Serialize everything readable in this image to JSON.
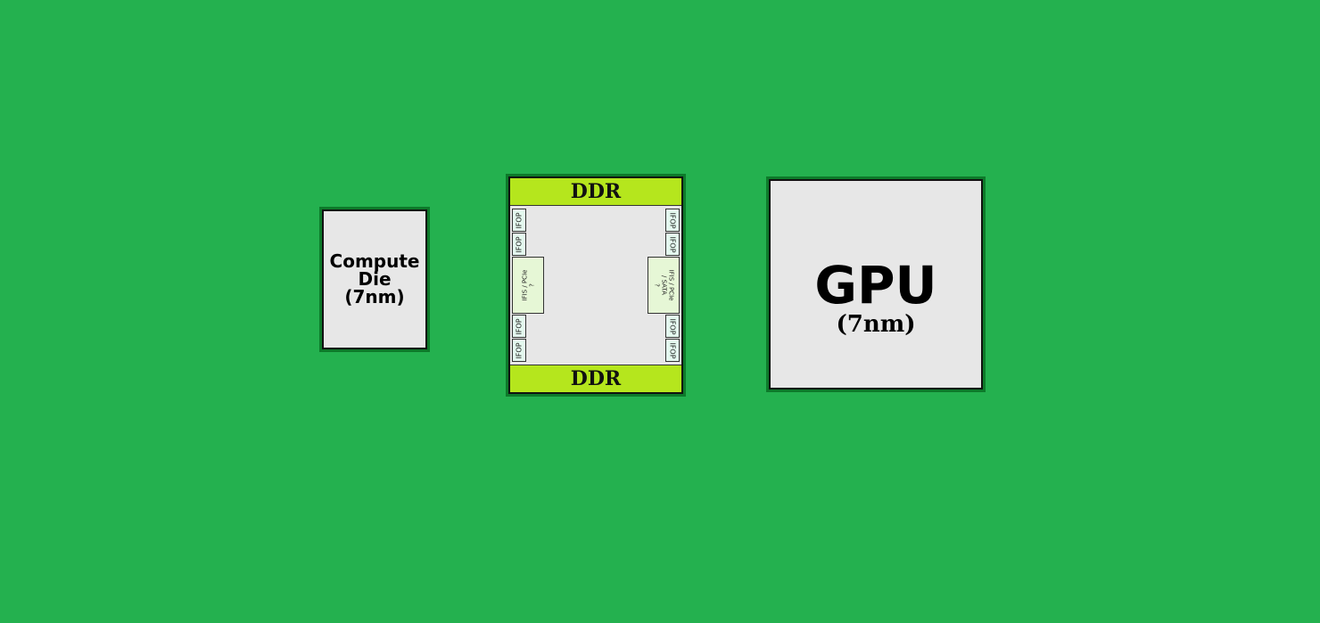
{
  "compute_die": {
    "line1": "Compute",
    "line2": "Die",
    "line3": "(7nm)"
  },
  "io_die": {
    "ddr_top": "DDR",
    "ddr_bottom": "DDR",
    "ifop_label": "IFOP",
    "ifis_left": "IFIS / PCIe\n?",
    "ifis_right": "IFIS / PCIe\n/ SATA\n?"
  },
  "gpu_die": {
    "title": "GPU",
    "process": "(7nm)"
  },
  "colors": {
    "background": "#24b14f",
    "die_fill": "#e7e7e7",
    "ddr_fill": "#b5e61d",
    "die_outline": "#0d7a2a"
  }
}
